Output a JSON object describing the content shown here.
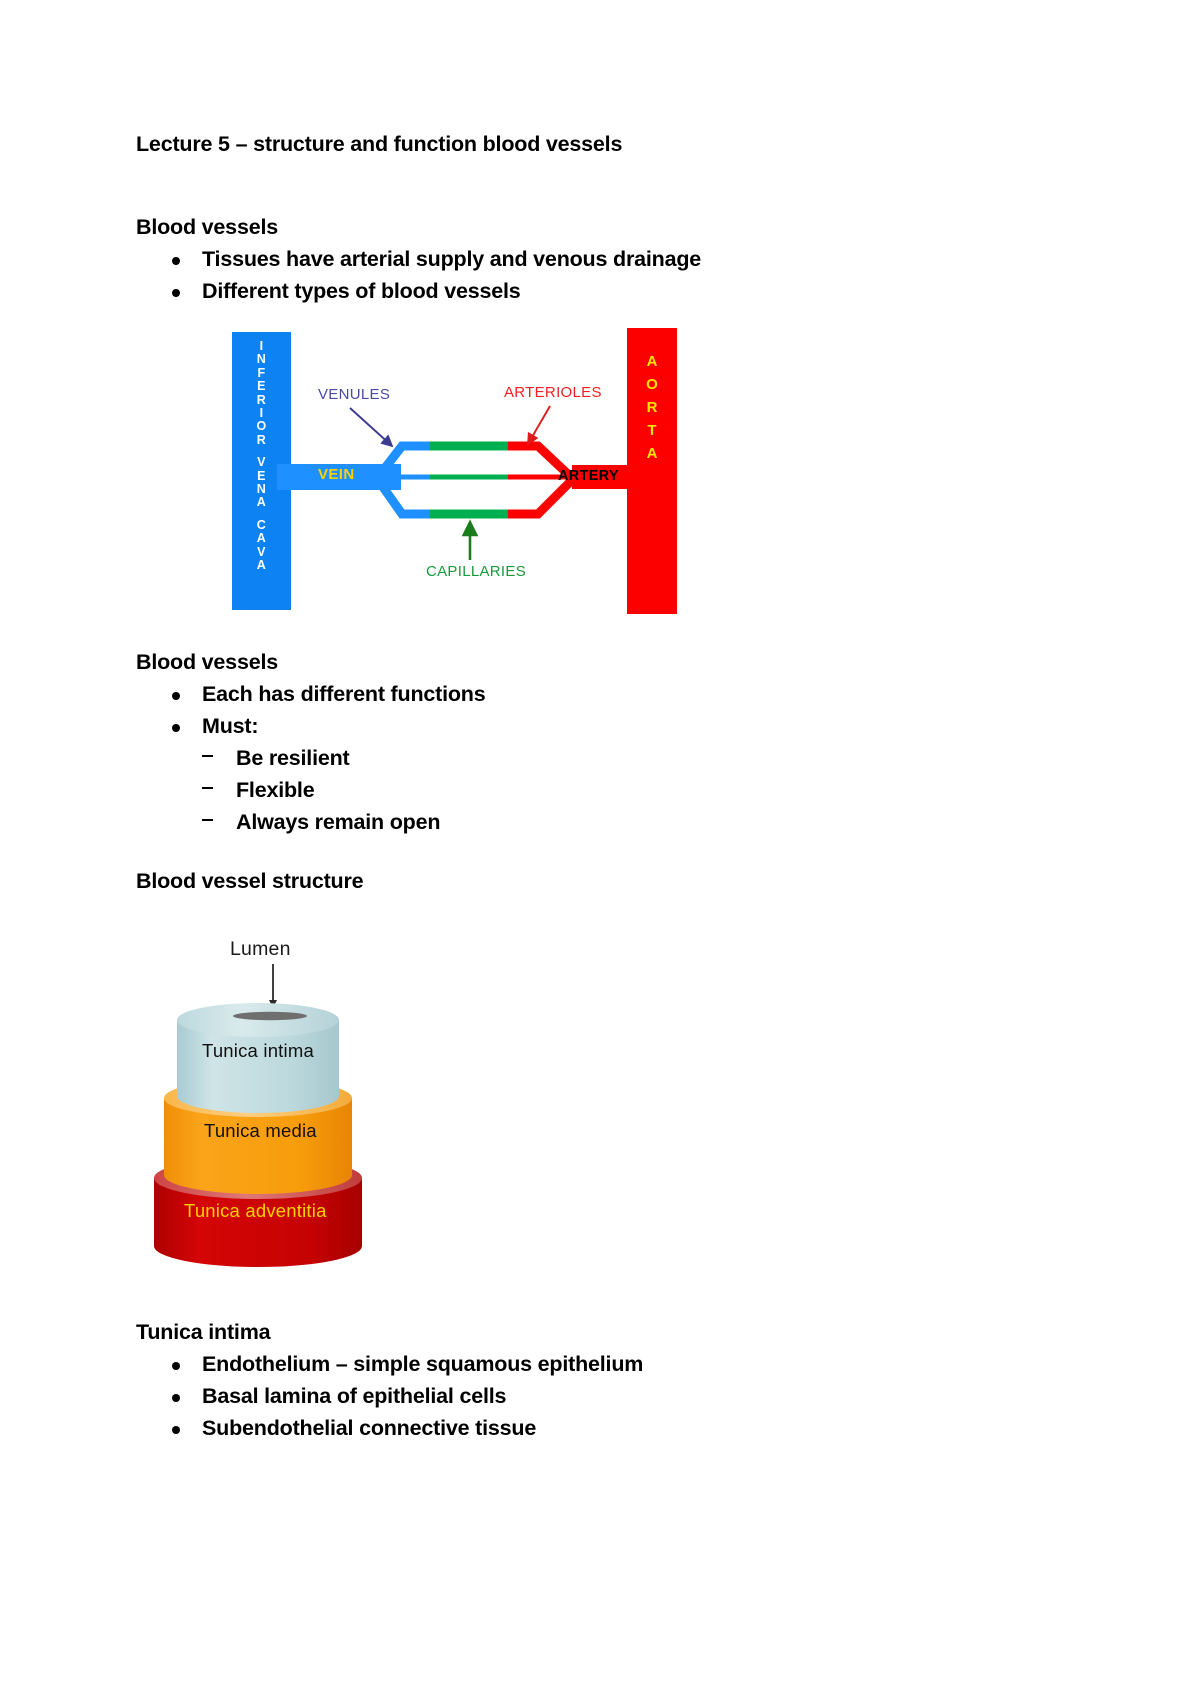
{
  "document": {
    "title": "Lecture 5 – structure and function blood vessels",
    "sections": [
      {
        "heading": "Blood vessels",
        "bullets": [
          "Tissues have arterial supply and venous drainage",
          "Different types of blood vessels"
        ]
      },
      {
        "heading": "Blood vessels",
        "bullets": [
          "Each has different functions",
          "Must:"
        ],
        "sub_bullets": [
          "Be resilient",
          "Flexible",
          "Always remain open"
        ]
      },
      {
        "heading": "Blood vessel structure"
      },
      {
        "heading": "Tunica intima",
        "bullets": [
          "Endothelium – simple squamous epithelium",
          "Basal lamina of epithelial cells",
          "Subendothelial connective tissue"
        ]
      }
    ]
  },
  "figure_vessel_network": {
    "inferior_vena_cava": [
      "I",
      "N",
      "F",
      "E",
      "R",
      "I",
      "O",
      "R",
      "V",
      "E",
      "N",
      "A",
      "C",
      "A",
      "V",
      "A"
    ],
    "aorta": [
      "A",
      "O",
      "R",
      "T",
      "A"
    ],
    "vein_label": "VEIN",
    "artery_label": "ARTERY",
    "venules_label": "VENULES",
    "arterioles_label": "ARTERIOLES",
    "capillaries_label": "CAPILLARIES",
    "colors": {
      "vein_blue": "#0d82f2",
      "vein_trunk_blue": "#1e90ff",
      "artery_red": "#fc0000",
      "capillary_green": "#00b050",
      "aorta_text": "#ffe400",
      "vein_text": "#ffd000",
      "venules_text": "#4a4aa8",
      "arterioles_text": "#f02020",
      "capillaries_text": "#1a9a3c"
    }
  },
  "figure_vessel_wall": {
    "lumen_label": "Lumen",
    "layers": [
      {
        "name": "Tunica intima",
        "color": "#bcd9dd",
        "text_color": "#111111"
      },
      {
        "name": "Tunica media",
        "color": "#f7a10c",
        "text_color": "#111111"
      },
      {
        "name": "Tunica adventitia",
        "color": "#c00000",
        "text_color": "#ffd000"
      }
    ]
  }
}
